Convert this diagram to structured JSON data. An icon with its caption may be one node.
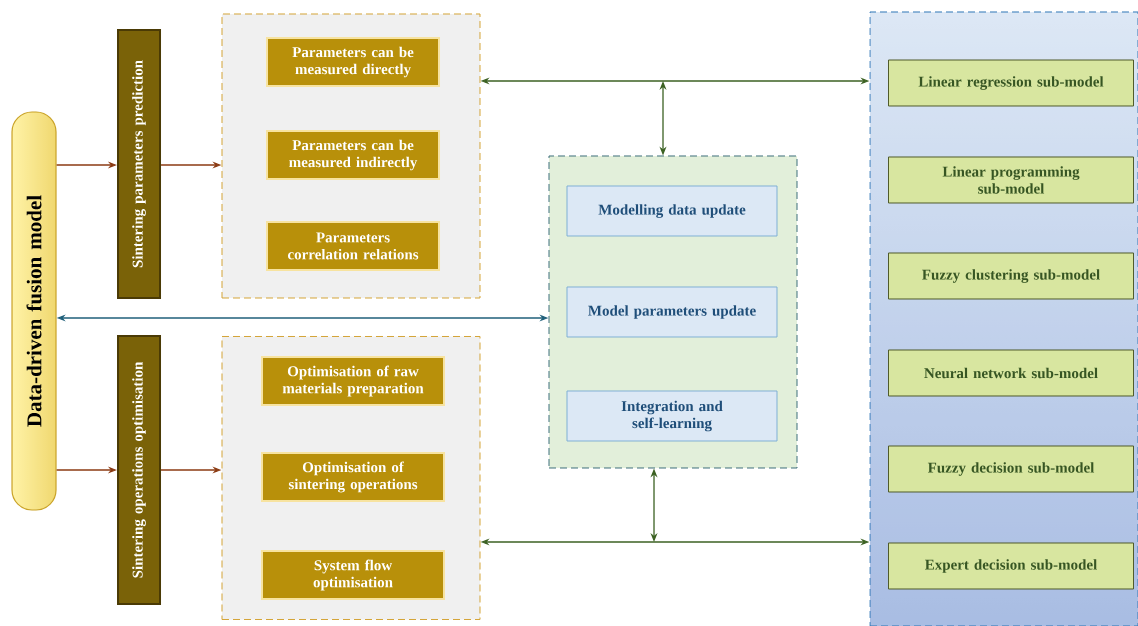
{
  "diagram": {
    "nodes": [
      {
        "text": [
          "Data-driven fusion model"
        ]
      },
      {
        "text": [
          "Sintering parameters prediction"
        ]
      },
      {
        "text": [
          "Sintering operations optimisation"
        ]
      },
      {
        "text": [],
        "shape": "box"
      },
      {
        "text": [
          "Parameters can be measured directly"
        ],
        "in": 3
      },
      {
        "text": [
          "Parameters can be measured indirectly"
        ],
        "in": 3
      },
      {
        "text": [
          "Parameters correlation relations"
        ],
        "in": 3
      },
      {
        "text": [],
        "shape": "box"
      },
      {
        "text": [
          "Optimisation of raw materials preparation"
        ],
        "in": 7
      },
      {
        "text": [
          "Optimisation of sintering operations"
        ],
        "in": 7
      },
      {
        "text": [
          "System flow optimisation"
        ],
        "in": 7
      },
      {
        "text": [],
        "shape": "box"
      },
      {
        "text": [
          "Modelling data update"
        ],
        "in": 11
      },
      {
        "text": [
          "Model parameters update"
        ],
        "in": 11
      },
      {
        "text": [
          "Integration and self-learning"
        ],
        "in": 11
      },
      {
        "text": [],
        "shape": "box"
      },
      {
        "text": [
          "Linear regression sub-model"
        ],
        "in": 15
      },
      {
        "text": [
          "Linear programming sub-model"
        ],
        "in": 15
      },
      {
        "text": [
          "Fuzzy clustering sub-model"
        ],
        "in": 15
      },
      {
        "text": [
          "Neural network sub-model"
        ],
        "in": 15
      },
      {
        "text": [
          "Fuzzy decision sub-model"
        ],
        "in": 15
      },
      {
        "text": [
          "Expert decision sub-model"
        ],
        "in": 15
      }
    ],
    "edges": [
      {
        "from": 0,
        "to": 1,
        "arrow": "to",
        "color": "#8b3a12"
      },
      {
        "from": 1,
        "to": 3,
        "arrow": "to",
        "color": "#8b3a12"
      },
      {
        "from": 0,
        "to": 2,
        "arrow": "to",
        "color": "#8b3a12"
      },
      {
        "from": 2,
        "to": 7,
        "arrow": "to",
        "color": "#8b3a12"
      },
      {
        "from": 0,
        "to": 11,
        "arrow": "both",
        "color": "#1f5f7a"
      },
      {
        "from": 3,
        "to": 15,
        "arrow": "both"
      },
      {
        "from": 11,
        "to": null,
        "arrow": "both"
      },
      {
        "from": 7,
        "to": 15,
        "arrow": "both"
      },
      {
        "from": 11,
        "to": null,
        "arrow": "both"
      }
    ]
  }
}
